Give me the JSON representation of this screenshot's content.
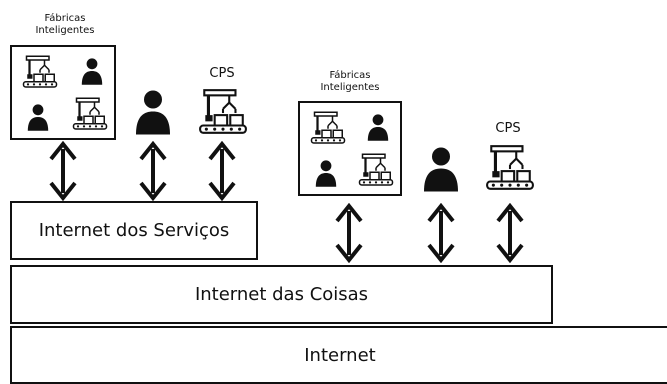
{
  "layers": {
    "internet": "Internet",
    "iot": "Internet das Coisas",
    "ios": "Internet dos Serviços"
  },
  "left_group": {
    "factory_label_line1": "Fábricas",
    "factory_label_line2": "Inteligentes",
    "cps_label": "CPS"
  },
  "right_group": {
    "factory_label_line1": "Fábricas",
    "factory_label_line2": "Inteligentes",
    "cps_label": "CPS"
  },
  "icons": {
    "person": "person-icon",
    "robot": "robot-conveyor-icon",
    "arrow": "bidirectional-arrow-icon"
  },
  "colors": {
    "stroke": "#111111",
    "background": "#ffffff"
  }
}
